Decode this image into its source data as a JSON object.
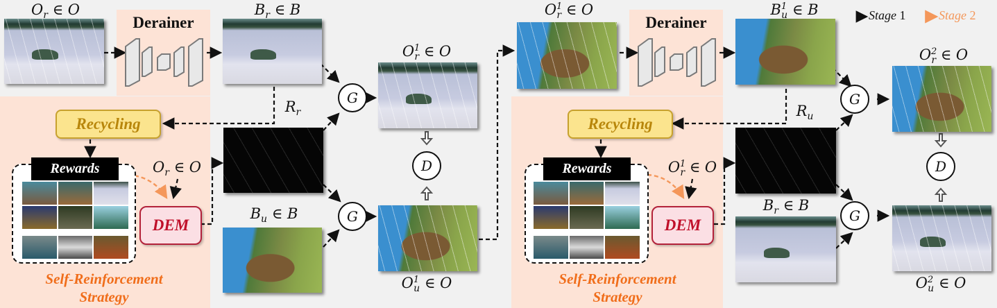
{
  "diagram": {
    "legend": [
      {
        "label_italic": "Stage",
        "label_num": "1",
        "color": "#111111",
        "style": "dashed-arrow"
      },
      {
        "label_italic": "Stage",
        "label_num": "2",
        "color": "#f4975a",
        "style": "dashed-arrow"
      }
    ],
    "colors": {
      "panel_bg": "#fde3d6",
      "recycling_fill": "#fbe48e",
      "recycling_text": "#b8860b",
      "dem_fill": "#fbdfe4",
      "dem_text": "#c0102a",
      "strategy_text": "#f06d1a",
      "stage2_arrow": "#f4975a",
      "page_bg": "#f1f1f1"
    },
    "stage1": {
      "input_label": {
        "base": "O",
        "sub": "r",
        "rest": " ∈ O"
      },
      "derainer_label": "Derainer",
      "derained_label": {
        "base": "B",
        "sub": "r",
        "rest": " ∈ B"
      },
      "residual_label": {
        "base": "R",
        "sub": "r"
      },
      "recycling_label": "Recycling",
      "rewards_label": "Rewards",
      "dem_input_label": {
        "base": "O",
        "sub": "r",
        "rest": " ∈ O"
      },
      "dem_label": "DEM",
      "strategy_label_line1": "Self-Reinforcement",
      "strategy_label_line2": "Strategy",
      "clean_label": {
        "base": "B",
        "sub": "u",
        "rest": " ∈ B"
      },
      "gen_label": "G",
      "disc_label": "D",
      "out_top_label": {
        "base": "O",
        "sup": "1",
        "sub": "r",
        "rest": " ∈ O"
      },
      "out_bottom_label": {
        "base": "O",
        "sup": "1",
        "sub": "u",
        "rest": " ∈ O"
      }
    },
    "stage2": {
      "input_label": {
        "base": "O",
        "sup": "1",
        "sub": "r",
        "rest": " ∈ O"
      },
      "derainer_label": "Derainer",
      "derained_label": {
        "base": "B",
        "sup": "1",
        "sub": "u",
        "rest": " ∈ B"
      },
      "residual_label": {
        "base": "R",
        "sub": "u"
      },
      "recycling_label": "Recycling",
      "rewards_label": "Rewards",
      "dem_input_label": {
        "base": "O",
        "sup": "1",
        "sub": "r",
        "rest": " ∈ O"
      },
      "dem_label": "DEM",
      "strategy_label_line1": "Self-Reinforcement",
      "strategy_label_line2": "Strategy",
      "clean_label": {
        "base": "B",
        "sub": "r",
        "rest": " ∈ B"
      },
      "gen_label": "G",
      "disc_label": "D",
      "out_top_label": {
        "base": "O",
        "sup": "2",
        "sub": "r",
        "rest": " ∈ O"
      },
      "out_bottom_label": {
        "base": "O",
        "sup": "2",
        "sub": "u",
        "rest": " ∈ O"
      }
    },
    "reward_pool_images": [
      "bears-by-water",
      "collie-dog",
      "polar-bear",
      "two-men-cabin",
      "bird-on-rocks",
      "green-valley",
      "harbor-boats",
      "race-cars",
      "tiger-eating"
    ]
  }
}
